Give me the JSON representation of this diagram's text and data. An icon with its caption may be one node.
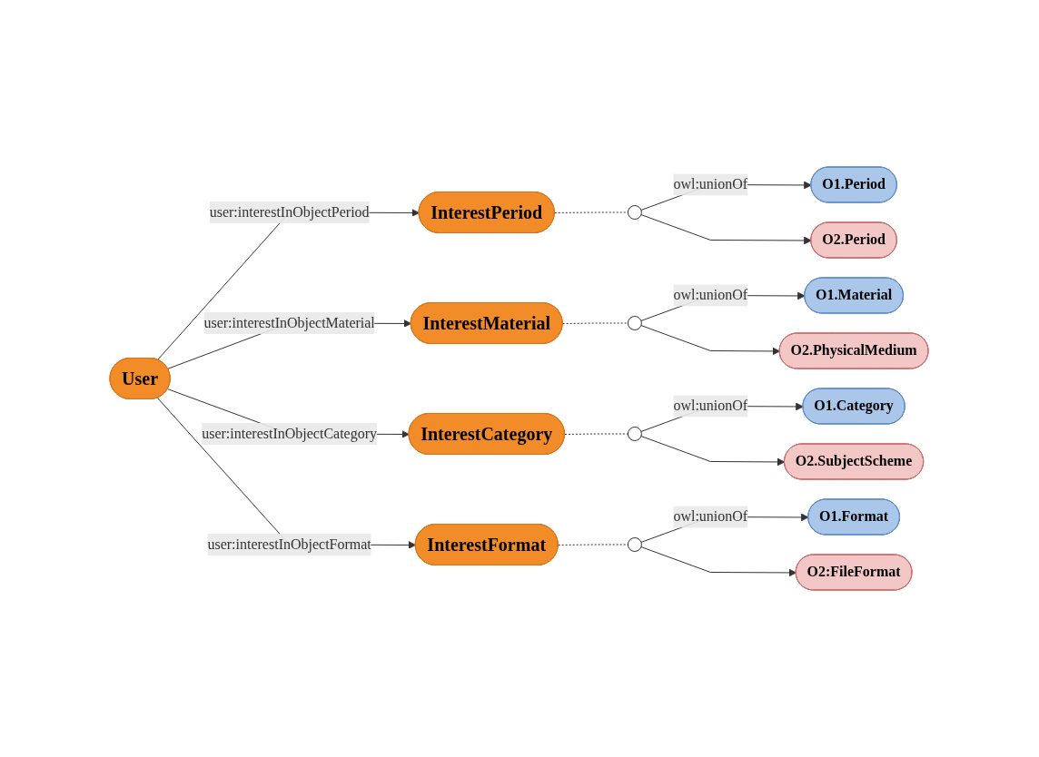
{
  "diagram": {
    "nodes": [
      {
        "text": [
          "User"
        ]
      },
      {
        "text": [
          "InterestPeriod"
        ]
      },
      {
        "text": [],
        "shape": "circle"
      },
      {
        "text": [
          "O1.Period"
        ]
      },
      {
        "text": [
          "O2.Period"
        ]
      },
      {
        "text": [
          "InterestMaterial"
        ]
      },
      {
        "text": [],
        "shape": "circle"
      },
      {
        "text": [
          "O1.Material"
        ]
      },
      {
        "text": [
          "O2.PhysicalMedium"
        ]
      },
      {
        "text": [
          "InterestCategory"
        ]
      },
      {
        "text": [],
        "shape": "circle"
      },
      {
        "text": [
          "O1.Category"
        ]
      },
      {
        "text": [
          "O2.SubjectScheme"
        ]
      },
      {
        "text": [
          "InterestFormat"
        ]
      },
      {
        "text": [],
        "shape": "circle"
      },
      {
        "text": [
          "O1.Format"
        ]
      },
      {
        "text": [
          "O2:FileFormat"
        ]
      }
    ],
    "edges": [
      {
        "from": 0,
        "to": 1,
        "arrow": "to",
        "label": "user:interestInObjectPeriod"
      },
      {
        "from": 0,
        "to": 5,
        "arrow": "to",
        "label": "user:interestInObjectMaterial"
      },
      {
        "from": 0,
        "to": 9,
        "arrow": "to",
        "label": "user:interestInObjectCategory"
      },
      {
        "from": 0,
        "to": 13,
        "arrow": "to",
        "label": "user:interestInObjectFormat"
      },
      {
        "from": 1,
        "to": 2,
        "arrow": "none",
        "style": "dashed"
      },
      {
        "from": 2,
        "to": 3,
        "arrow": "to",
        "label": "owl:unionOf"
      },
      {
        "from": 2,
        "to": 4,
        "arrow": "to"
      },
      {
        "from": 5,
        "to": 6,
        "arrow": "none",
        "style": "dashed"
      },
      {
        "from": 6,
        "to": 7,
        "arrow": "to",
        "label": "owl:unionOf"
      },
      {
        "from": 6,
        "to": 8,
        "arrow": "to"
      },
      {
        "from": 9,
        "to": 10,
        "arrow": "none",
        "style": "dashed"
      },
      {
        "from": 10,
        "to": 11,
        "arrow": "to",
        "label": "owl:unionOf"
      },
      {
        "from": 10,
        "to": 12,
        "arrow": "to"
      },
      {
        "from": 13,
        "to": 14,
        "arrow": "none",
        "style": "dashed"
      },
      {
        "from": 14,
        "to": 15,
        "arrow": "to",
        "label": "owl:unionOf"
      },
      {
        "from": 14,
        "to": 16,
        "arrow": "to"
      }
    ]
  }
}
